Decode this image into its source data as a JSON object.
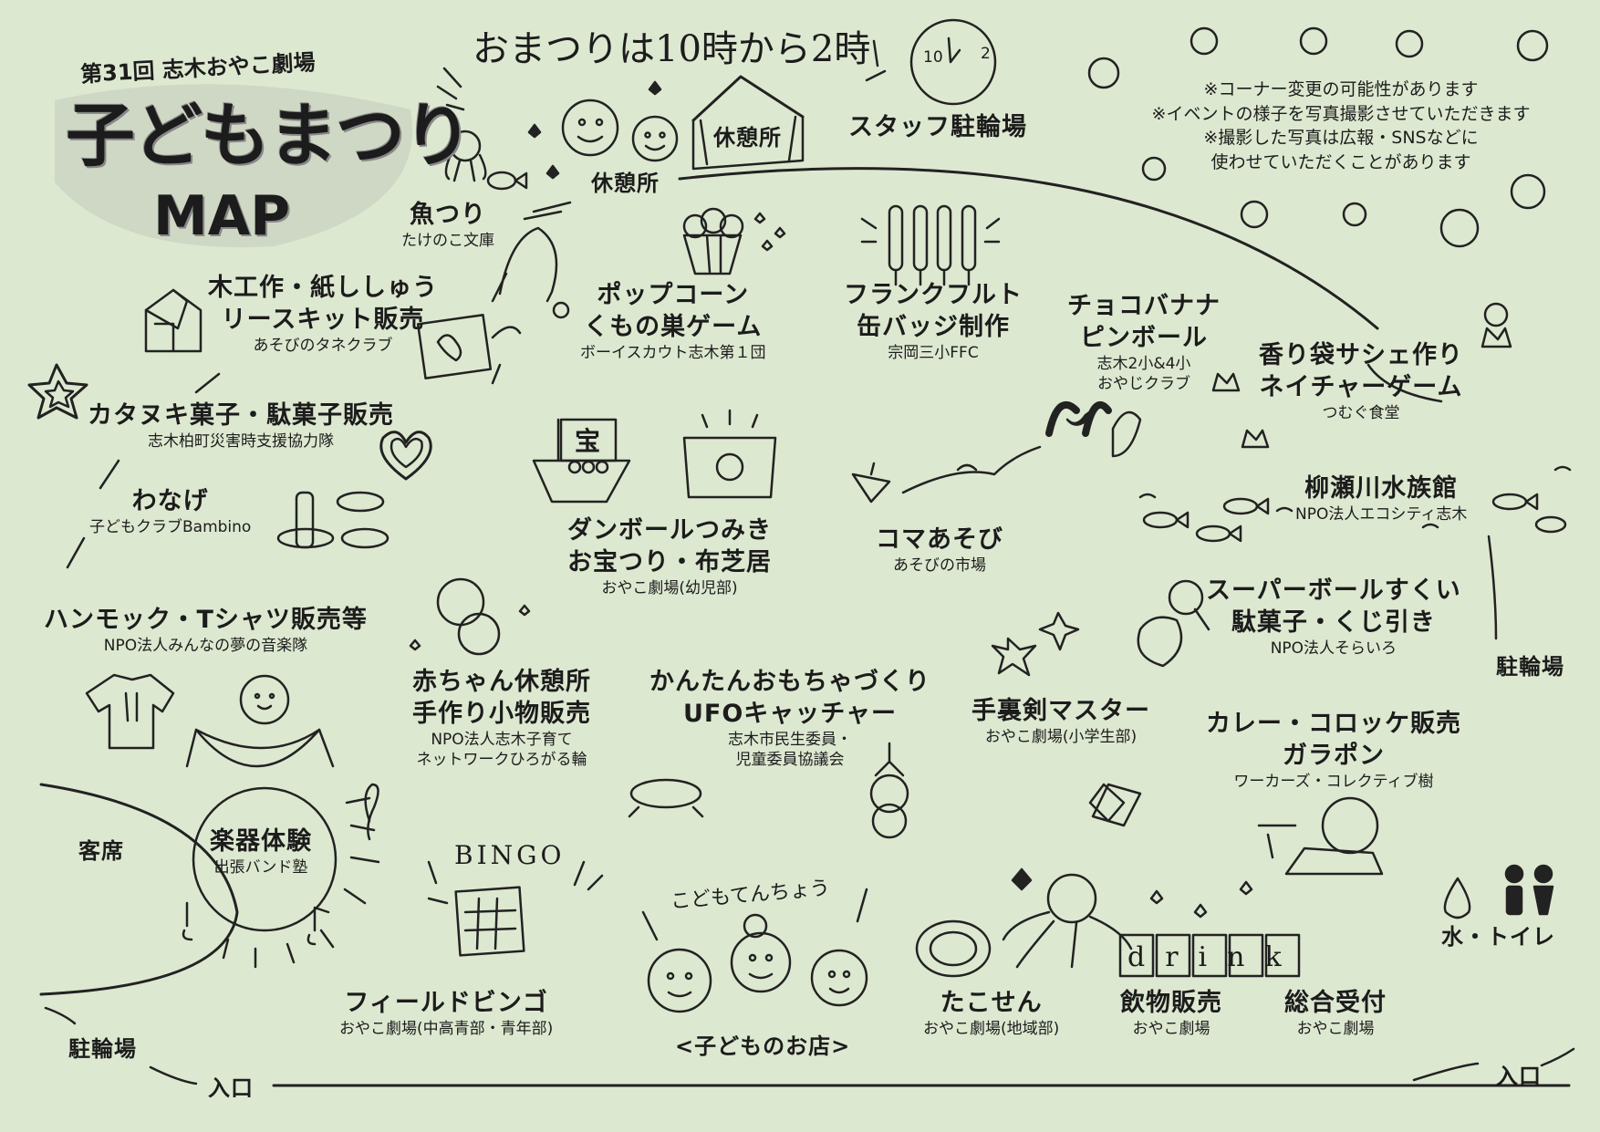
{
  "header": {
    "edition": "第31回 志木おやこ劇場",
    "title": "子どもまつり",
    "map_word": "MAP",
    "time": "おまつりは10時から2時"
  },
  "notices": [
    "※コーナー変更の可能性があります",
    "※イベントの様子を写真撮影させていただきます",
    "※撮影した写真は広報・SNSなどに",
    "使わせていただくことがあります"
  ],
  "facilities": {
    "rest_house": "休憩所",
    "rest_area": "休憩所",
    "staff_bike_parking": "スタッフ駐輪場",
    "bike_parking_right": "駐輪場",
    "bike_parking_left": "駐輪場",
    "seats": "客席",
    "entrance_left": "入口",
    "entrance_right": "入口",
    "water_toilet": "水・トイレ",
    "kids_shop": "<子どものお店>",
    "kids_shop_handwritten": "こどもてんちょう",
    "bingo_sign": "BINGO",
    "drink_sign": "drink",
    "boat_sign": "宝",
    "clock_10": "10",
    "clock_2": "2"
  },
  "booths": {
    "fishing": {
      "name": "魚つり",
      "group": "たけのこ文庫"
    },
    "woodwork": {
      "name_1": "木工作・紙ししゅう",
      "name_2": "リースキット販売",
      "group": "あそびのタネクラブ"
    },
    "katanuki": {
      "name": "カタヌキ菓子・駄菓子販売",
      "group": "志木柏町災害時支援協力隊"
    },
    "wanage": {
      "name": "わなげ",
      "group": "子どもクラブBambino"
    },
    "hammock": {
      "name": "ハンモック・Tシャツ販売等",
      "group": "NPO法人みんなの夢の音楽隊"
    },
    "popcorn": {
      "name_1": "ポップコーン",
      "name_2": "くもの巣ゲーム",
      "group": "ボーイスカウト志木第１団"
    },
    "frankfurt": {
      "name_1": "フランクフルト",
      "name_2": "缶バッジ制作",
      "group": "宗岡三小FFC"
    },
    "choco_banana": {
      "name_1": "チョコバナナ",
      "name_2": "ピンボール",
      "group_1": "志木2小&4小",
      "group_2": "おやじクラブ"
    },
    "sachet": {
      "name_1": "香り袋サシェ作り",
      "name_2": "ネイチャーゲーム",
      "group": "つむぐ食堂"
    },
    "aquarium": {
      "name": "柳瀬川水族館",
      "group": "NPO法人エコシティ志木"
    },
    "cardboard": {
      "name_1": "ダンボールつみき",
      "name_2": "お宝つり・布芝居",
      "group": "おやこ劇場(幼児部)"
    },
    "koma": {
      "name": "コマあそび",
      "group": "あそびの市場"
    },
    "superball": {
      "name_1": "スーパーボールすくい",
      "name_2": "駄菓子・くじ引き",
      "group": "NPO法人そらいろ"
    },
    "baby_rest": {
      "name_1": "赤ちゃん休憩所",
      "name_2": "手作り小物販売",
      "group_1": "NPO法人志木子育て",
      "group_2": "ネットワークひろがる輪"
    },
    "toys": {
      "name_1": "かんたんおもちゃづくり",
      "name_2": "UFOキャッチャー",
      "group_1": "志木市民生委員・",
      "group_2": "児童委員協議会"
    },
    "shuriken": {
      "name": "手裏剣マスター",
      "group": "おやこ劇場(小学生部)"
    },
    "curry": {
      "name_1": "カレー・コロッケ販売",
      "name_2": "ガラポン",
      "group": "ワーカーズ・コレクティブ樹"
    },
    "music": {
      "name": "楽器体験",
      "group": "出張バンド塾"
    },
    "bingo": {
      "name": "フィールドビンゴ",
      "group": "おやこ劇場(中高青部・青年部)"
    },
    "takosen": {
      "name": "たこせん",
      "group": "おやこ劇場(地域部)"
    },
    "drinks": {
      "name": "飲物販売",
      "group": "おやこ劇場"
    },
    "reception": {
      "name": "総合受付",
      "group": "おやこ劇場"
    }
  }
}
